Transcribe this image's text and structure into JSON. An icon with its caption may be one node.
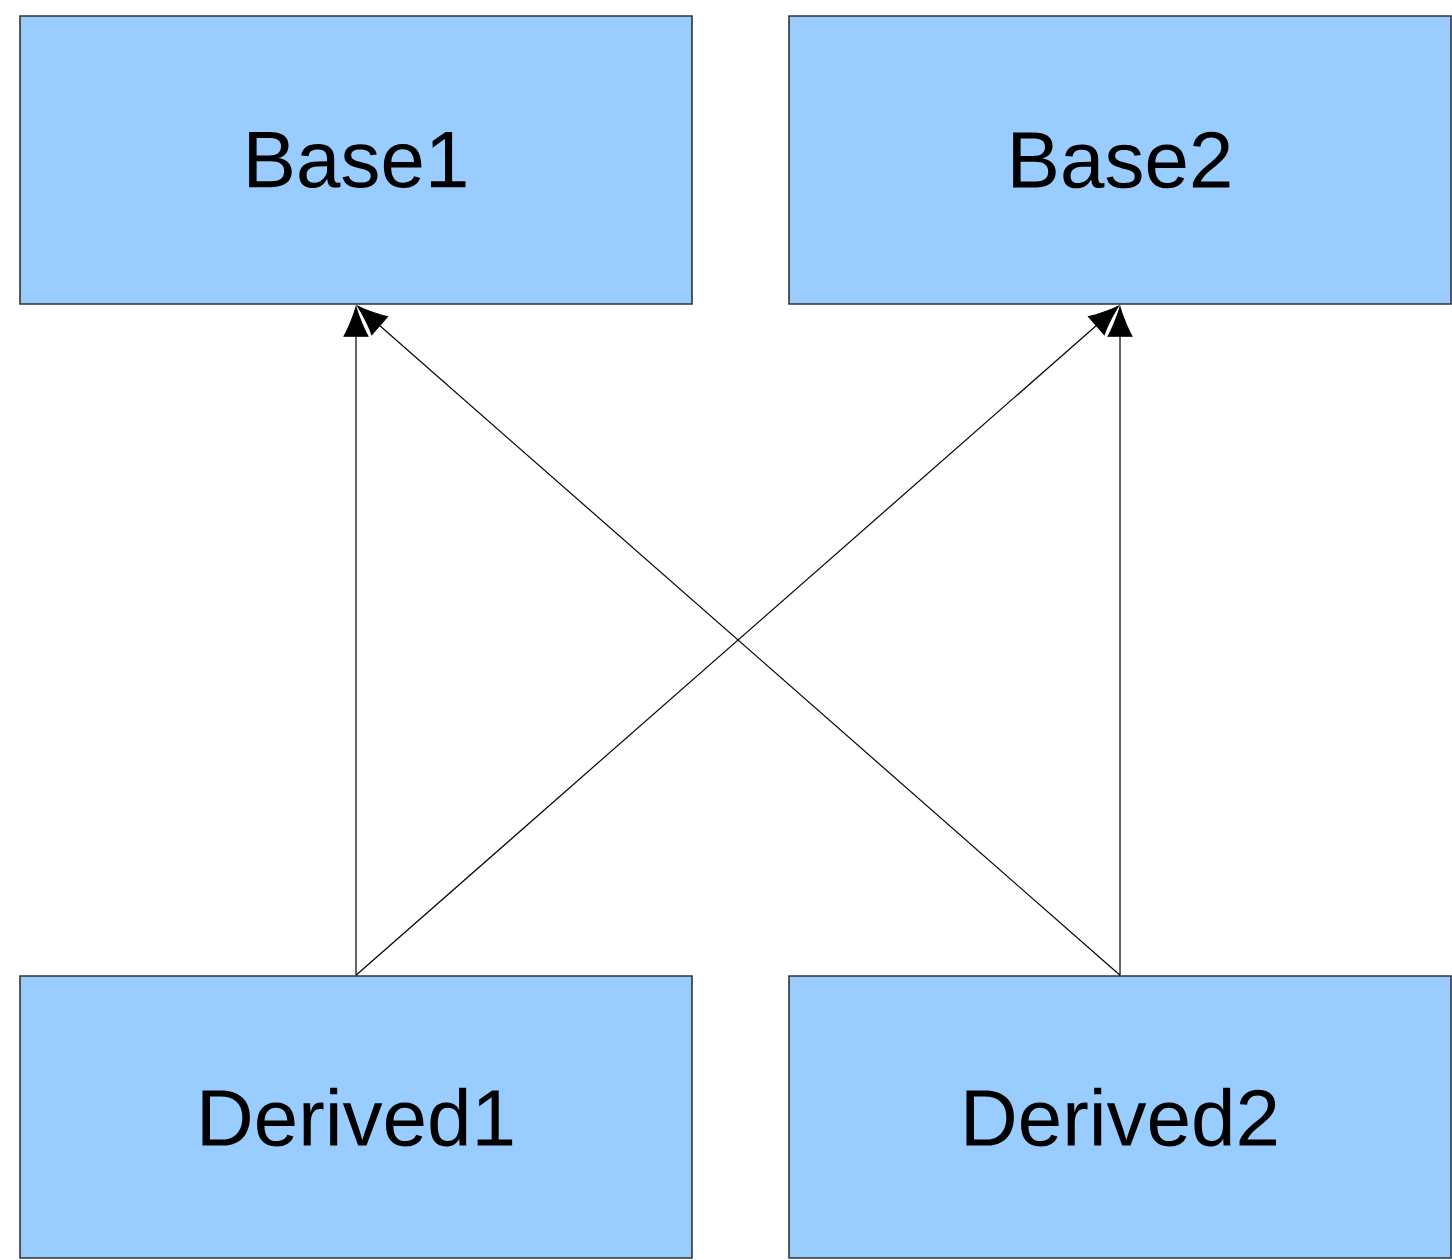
{
  "diagram": {
    "nodes": [
      {
        "text": [
          "Base1"
        ]
      },
      {
        "text": [
          "Base2"
        ]
      },
      {
        "text": [
          "Derived1"
        ]
      },
      {
        "text": [
          "Derived2"
        ]
      }
    ],
    "edges": [
      {
        "from": 2,
        "to": 0,
        "arrow": "to"
      },
      {
        "from": 2,
        "to": 1,
        "arrow": "to"
      },
      {
        "from": 3,
        "to": 0,
        "arrow": "to"
      },
      {
        "from": 3,
        "to": 1,
        "arrow": "to"
      }
    ]
  }
}
